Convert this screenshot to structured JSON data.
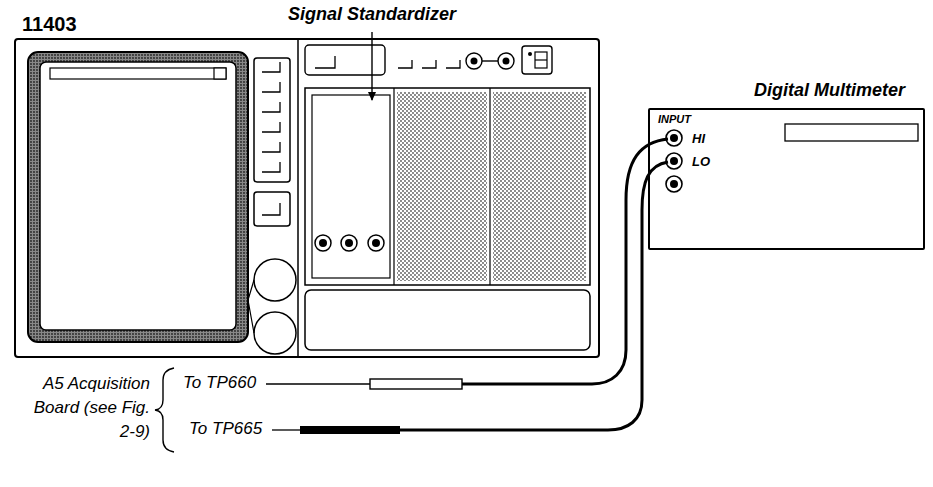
{
  "diagram": {
    "nodes": [
      {
        "text": [
          "11403"
        ]
      },
      {
        "text": [
          "Digital Multimeter",
          "INPUT",
          "HI",
          "LO"
        ]
      }
    ],
    "labels": [
      "Signal Standardizer",
      "A5 Acquisition Board (see Fig. 2-9)",
      "To TP660",
      "To TP665"
    ]
  }
}
